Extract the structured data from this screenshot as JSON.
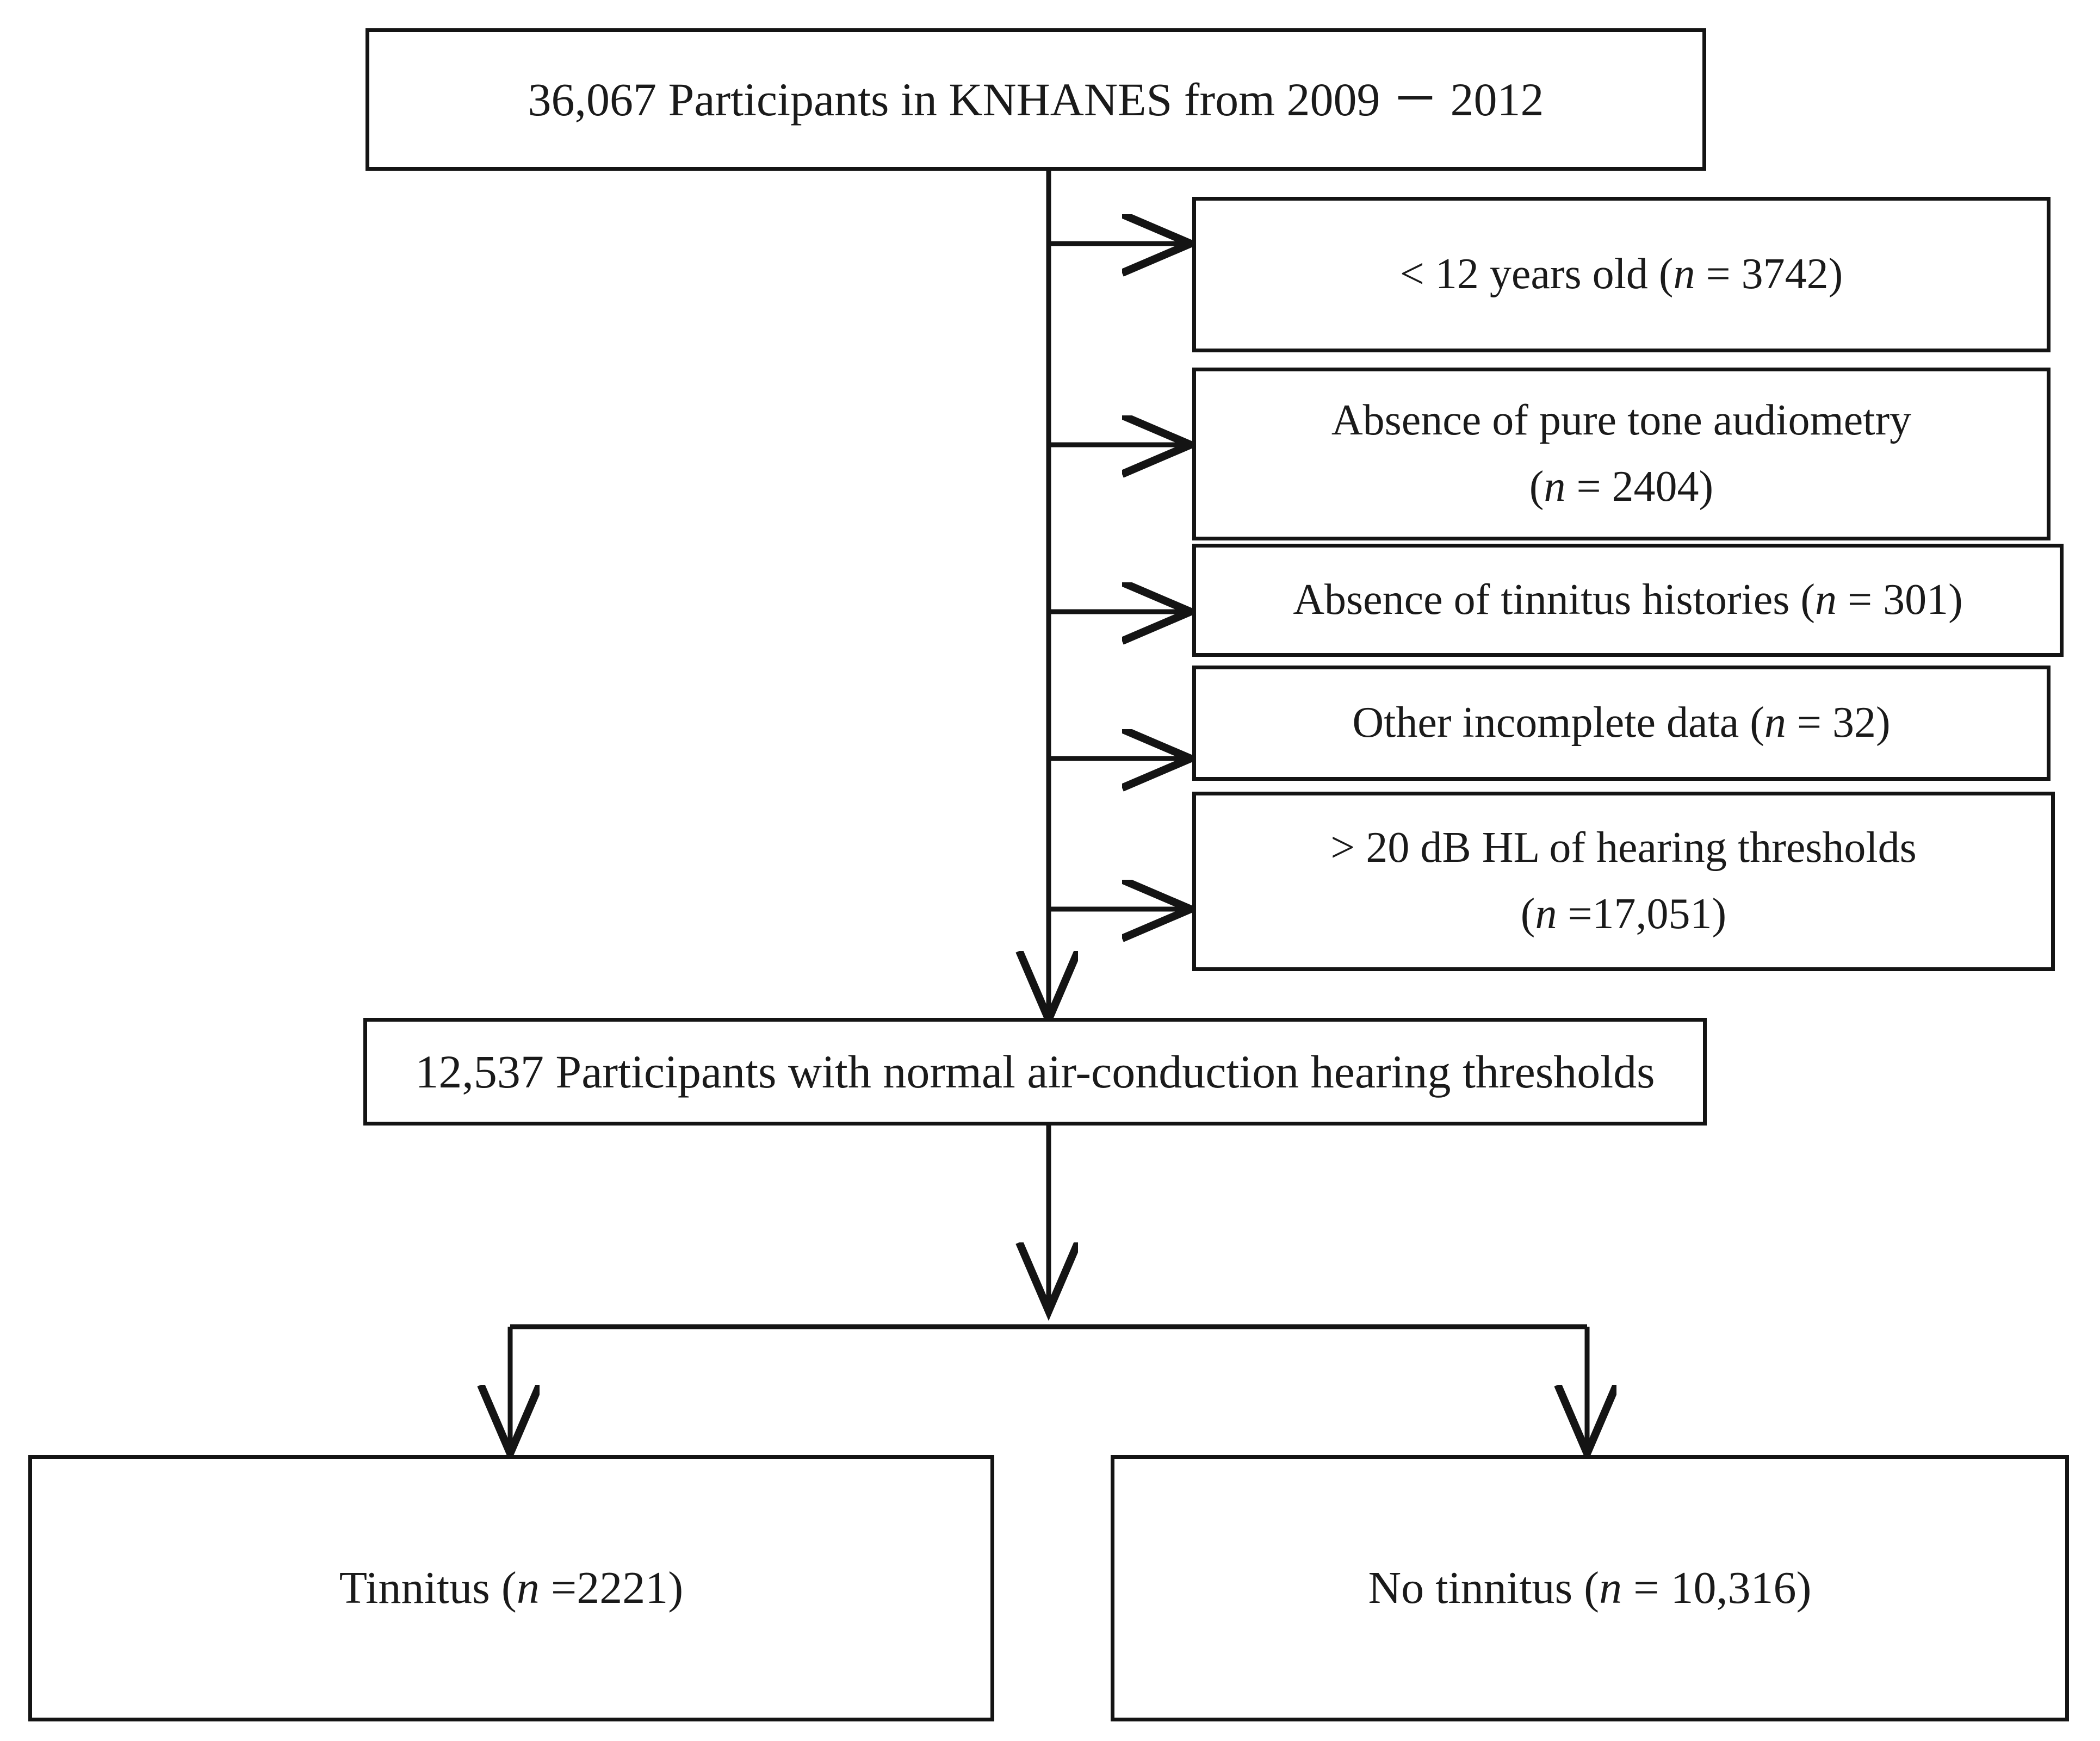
{
  "figure": {
    "type": "flow-diagram",
    "orientation": "top-to-bottom",
    "background_color": "#ffffff",
    "line_color": "#141414",
    "text_color": "#1a1a1a"
  },
  "source_node": {
    "count": "36,067",
    "text": "36,067 Participants in KNHANES from 2009 － 2012",
    "label_plain": "36,067 Participants in KNHANES from 2009-2012"
  },
  "exclusions": [
    {
      "id": "age",
      "line1": "< 12 years old (",
      "n_symbol": "n",
      "line1_tail": " = 3742)",
      "count": 3742,
      "label_plain": "< 12 years old (n = 3742)",
      "lines": 1
    },
    {
      "id": "no-audiometry",
      "line1": "Absence of pure tone audiometry",
      "line2_head": "(",
      "n_symbol": "n",
      "line2_tail": " = 2404)",
      "count": 2404,
      "label_plain": "Absence of pure tone audiometry (n = 2404)",
      "lines": 2
    },
    {
      "id": "no-tinnitus-history",
      "line1": "Absence of tinnitus histories (",
      "n_symbol": "n",
      "line1_tail": " = 301)",
      "count": 301,
      "label_plain": "Absence of tinnitus histories (n = 301)",
      "lines": 1
    },
    {
      "id": "incomplete-data",
      "line1": "Other incomplete data (",
      "n_symbol": "n",
      "line1_tail": " = 32)",
      "count": 32,
      "label_plain": "Other incomplete data (n = 32)",
      "lines": 1
    },
    {
      "id": "hearing-threshold",
      "line1": "> 20 dB HL of hearing thresholds",
      "line2_head": "(",
      "n_symbol": "n",
      "line2_tail": " =17,051)",
      "count": 17051,
      "label_plain": "> 20 dB HL of hearing thresholds (n = 17,051)",
      "lines": 2
    }
  ],
  "included_node": {
    "count": "12,537",
    "text": "12,537 Participants with normal air-conduction hearing thresholds",
    "label_plain": "12,537 Participants with normal air-conduction hearing thresholds"
  },
  "outcomes": [
    {
      "id": "tinnitus",
      "head": "Tinnitus (",
      "n_symbol": "n",
      "tail": " =2221)",
      "count": 2221,
      "label_plain": "Tinnitus (n = 2221)"
    },
    {
      "id": "no-tinnitus",
      "head": "No tinnitus (",
      "n_symbol": "n",
      "tail": " = 10,316)",
      "count": 10316,
      "label_plain": "No tinnitus (n = 10,316)"
    }
  ]
}
